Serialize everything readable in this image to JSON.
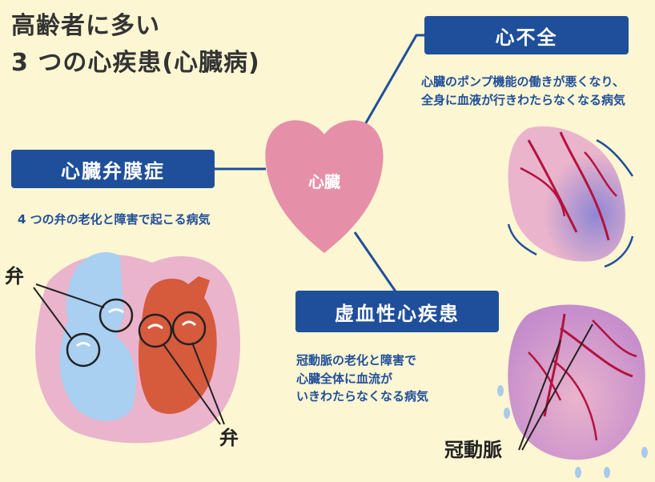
{
  "title": {
    "line1": "高齢者に多い",
    "line2": "3 つの心疾患(心臓病)"
  },
  "center": {
    "label": "心臓"
  },
  "heart_failure": {
    "label": "心不全",
    "desc_line1": "心臓のポンプ機能の働きが悪くなり、",
    "desc_line2": "全身に血液が行きわたらなくなる病気"
  },
  "valvular": {
    "label": "心臓弁膜症",
    "desc": "4 つの弁の老化と障害で起こる病気",
    "callout_top": "弁",
    "callout_bottom": "弁"
  },
  "ischemic": {
    "label": "虚血性心疾患",
    "desc_line1": "冠動脈の老化と障害で",
    "desc_line2": "心臓全体に血流が",
    "desc_line3": "いきわたらなくなる病気",
    "callout": "冠動脈"
  },
  "colors": {
    "background": "#fdf6d3",
    "label_box": "#1f4f9a",
    "description_text": "#1f4f9a",
    "heart_pink": "#e58fa8",
    "heart_light_pink": "#eab4cc",
    "chamber_blue": "#a9cff1",
    "chamber_red": "#d65a3c",
    "artery_red": "#b3123e",
    "bruise_purple": "#8f86d4",
    "drop_blue": "#a7cbea"
  }
}
